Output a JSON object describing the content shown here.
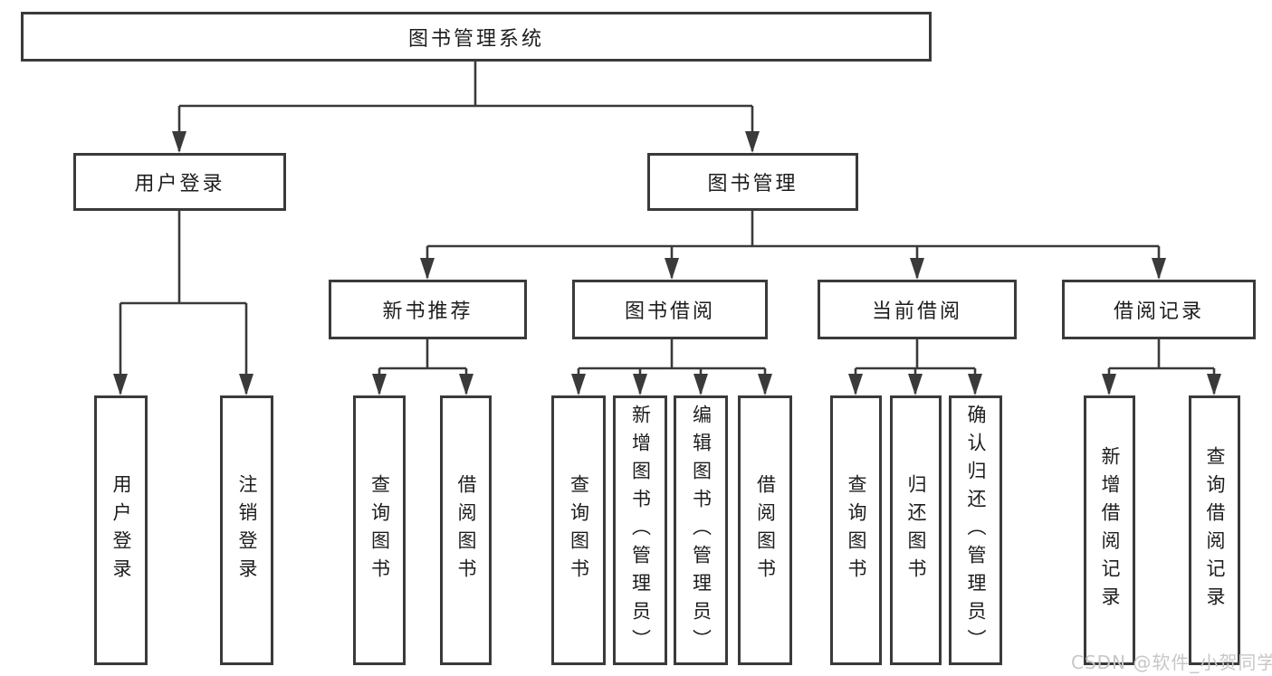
{
  "diagram": {
    "type": "tree-structure-chart",
    "tree": {
      "root": {
        "label": "图书管理系统",
        "children": [
          {
            "label": "用户登录",
            "children": [
              {
                "label": "用户登录"
              },
              {
                "label": "注销登录"
              }
            ]
          },
          {
            "label": "图书管理",
            "children": [
              {
                "label": "新书推荐",
                "children": [
                  {
                    "label": "查询图书"
                  },
                  {
                    "label": "借阅图书"
                  }
                ]
              },
              {
                "label": "图书借阅",
                "children": [
                  {
                    "label": "查询图书"
                  },
                  {
                    "label": "新增图书（管理员）"
                  },
                  {
                    "label": "编辑图书（管理员）"
                  },
                  {
                    "label": "借阅图书"
                  }
                ]
              },
              {
                "label": "当前借阅",
                "children": [
                  {
                    "label": "查询图书"
                  },
                  {
                    "label": "归还图书"
                  },
                  {
                    "label": "确认归还（管理员）"
                  }
                ]
              },
              {
                "label": "借阅记录",
                "children": [
                  {
                    "label": "新增借阅记录"
                  },
                  {
                    "label": "查询借阅记录"
                  }
                ]
              }
            ]
          }
        ]
      }
    }
  },
  "watermark": {
    "text": "CSDN @软件_小贺同学"
  },
  "colors": {
    "line": "#3a3a3a",
    "box_border": "#3a3a3a",
    "box_fill": "#ffffff",
    "text": "#1d1d1d",
    "watermark": "#c7c7c7",
    "background": "#ffffff"
  }
}
